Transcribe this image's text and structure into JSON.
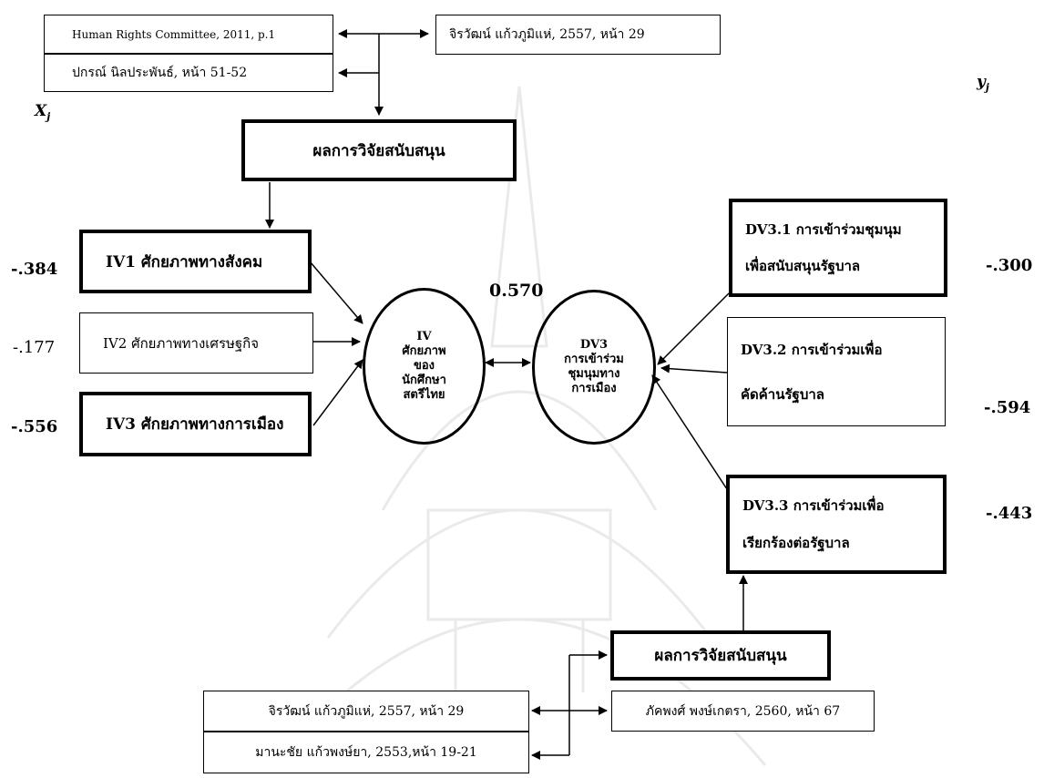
{
  "top_refs": [
    "Human Rights Committee, 2011, p.1",
    "ปกรณ์ นิลประพันธ์, หน้า 51-52",
    "จิรวัฒน์ แก้วภูมิแห่, 2557, หน้า 29"
  ],
  "support_top": "ผลการวิจัยสนับสนุน",
  "support_bottom": "ผลการวิจัยสนับสนุน",
  "bottom_refs": [
    "จิรวัฒน์ แก้วภูมิแห่, 2557, หน้า 29",
    "มานะชัย แก้วพงษ์ยา, 2553,หน้า 19-21",
    "ภัคพงศ์ พงษ์เกตรา, 2560, หน้า 67"
  ],
  "x_label": "X",
  "x_sub": "j",
  "y_label": "y",
  "y_sub": "j",
  "iv_boxes": [
    {
      "label": "IV1 ศักยภาพทางสังคม",
      "value": "-.384"
    },
    {
      "label": "IV2 ศักยภาพทางเศรษฐกิจ",
      "value": "-.177"
    },
    {
      "label": "IV3 ศักยภาพทางการเมือง",
      "value": "-.556"
    }
  ],
  "iv_ellipse": [
    "IV",
    "ศักยภาพ",
    "ของ",
    "นักศึกษา",
    "สตรีไทย"
  ],
  "dv_ellipse": [
    "DV3",
    "การเข้าร่วม",
    "ชุมนุมทาง",
    "การเมือง"
  ],
  "correlation": "0.570",
  "dv_boxes": [
    {
      "line1": "DV3.1 การเข้าร่วมชุมนุม",
      "line2": "เพื่อสนับสนุนรัฐบาล",
      "value": "-.300"
    },
    {
      "line1": "DV3.2 การเข้าร่วมเพื่อ",
      "line2": "คัดค้านรัฐบาล",
      "value": "-.594"
    },
    {
      "line1": "DV3.3 การเข้าร่วมเพื่อ",
      "line2": "เรียกร้องต่อรัฐบาล",
      "value": "-.443"
    }
  ],
  "colors": {
    "line": "#000000",
    "background": "#ffffff"
  }
}
